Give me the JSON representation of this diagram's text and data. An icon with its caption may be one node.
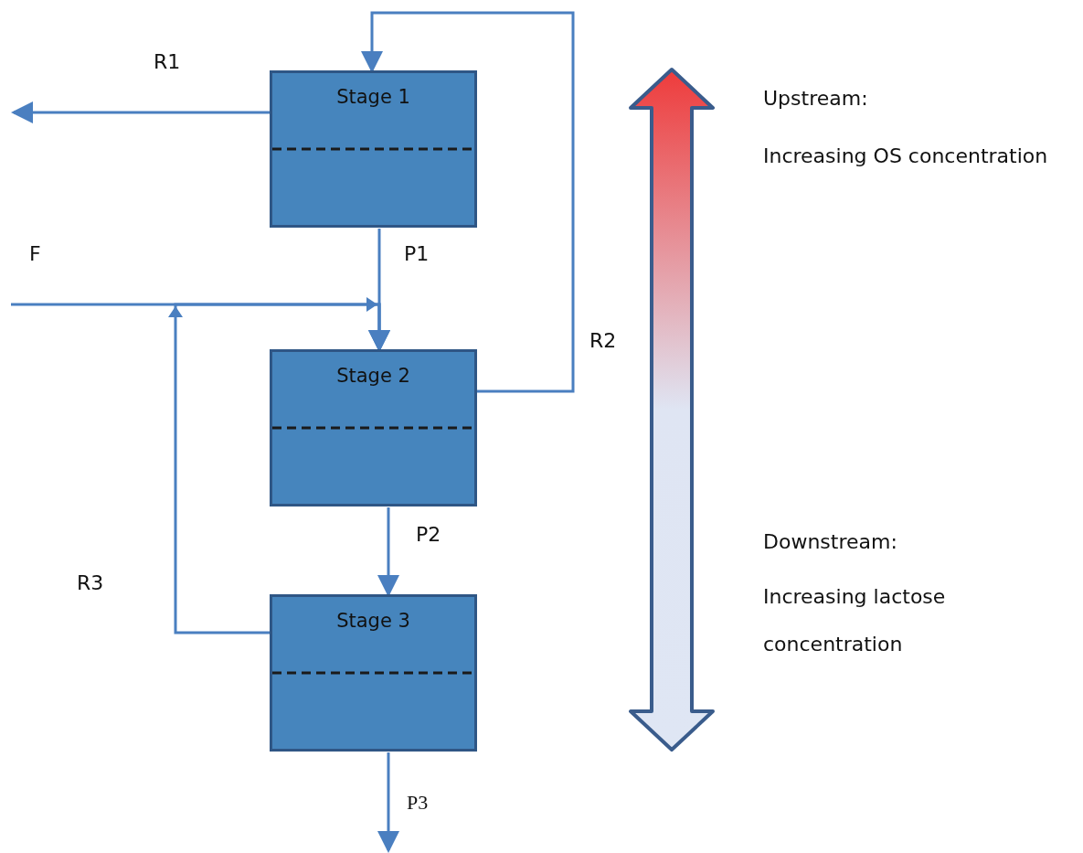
{
  "diagram": {
    "nodes": [
      {
        "text": [
          "Stage 1"
        ]
      },
      {
        "text": [
          "Stage 2"
        ]
      },
      {
        "text": [
          "Stage 3"
        ]
      }
    ],
    "edges": [
      {
        "from": 0,
        "to": null,
        "arrow": "to",
        "label": "R1"
      },
      {
        "from": 0,
        "to": 1,
        "arrow": "to",
        "label": "P1"
      },
      {
        "from": null,
        "to": 1,
        "arrow": "to",
        "label": "F"
      },
      {
        "from": 2,
        "to": 1,
        "arrow": "to",
        "label": "R3"
      },
      {
        "from": 1,
        "to": 0,
        "arrow": "to",
        "label": "R2"
      },
      {
        "from": 1,
        "to": 2,
        "arrow": "to",
        "label": "P2"
      },
      {
        "from": 2,
        "to": null,
        "arrow": "to",
        "label": "P3"
      }
    ],
    "labels": [
      "Upstream:",
      "Increasing OS concentration",
      "Downstream:",
      "Increasing lactose concentration"
    ]
  }
}
